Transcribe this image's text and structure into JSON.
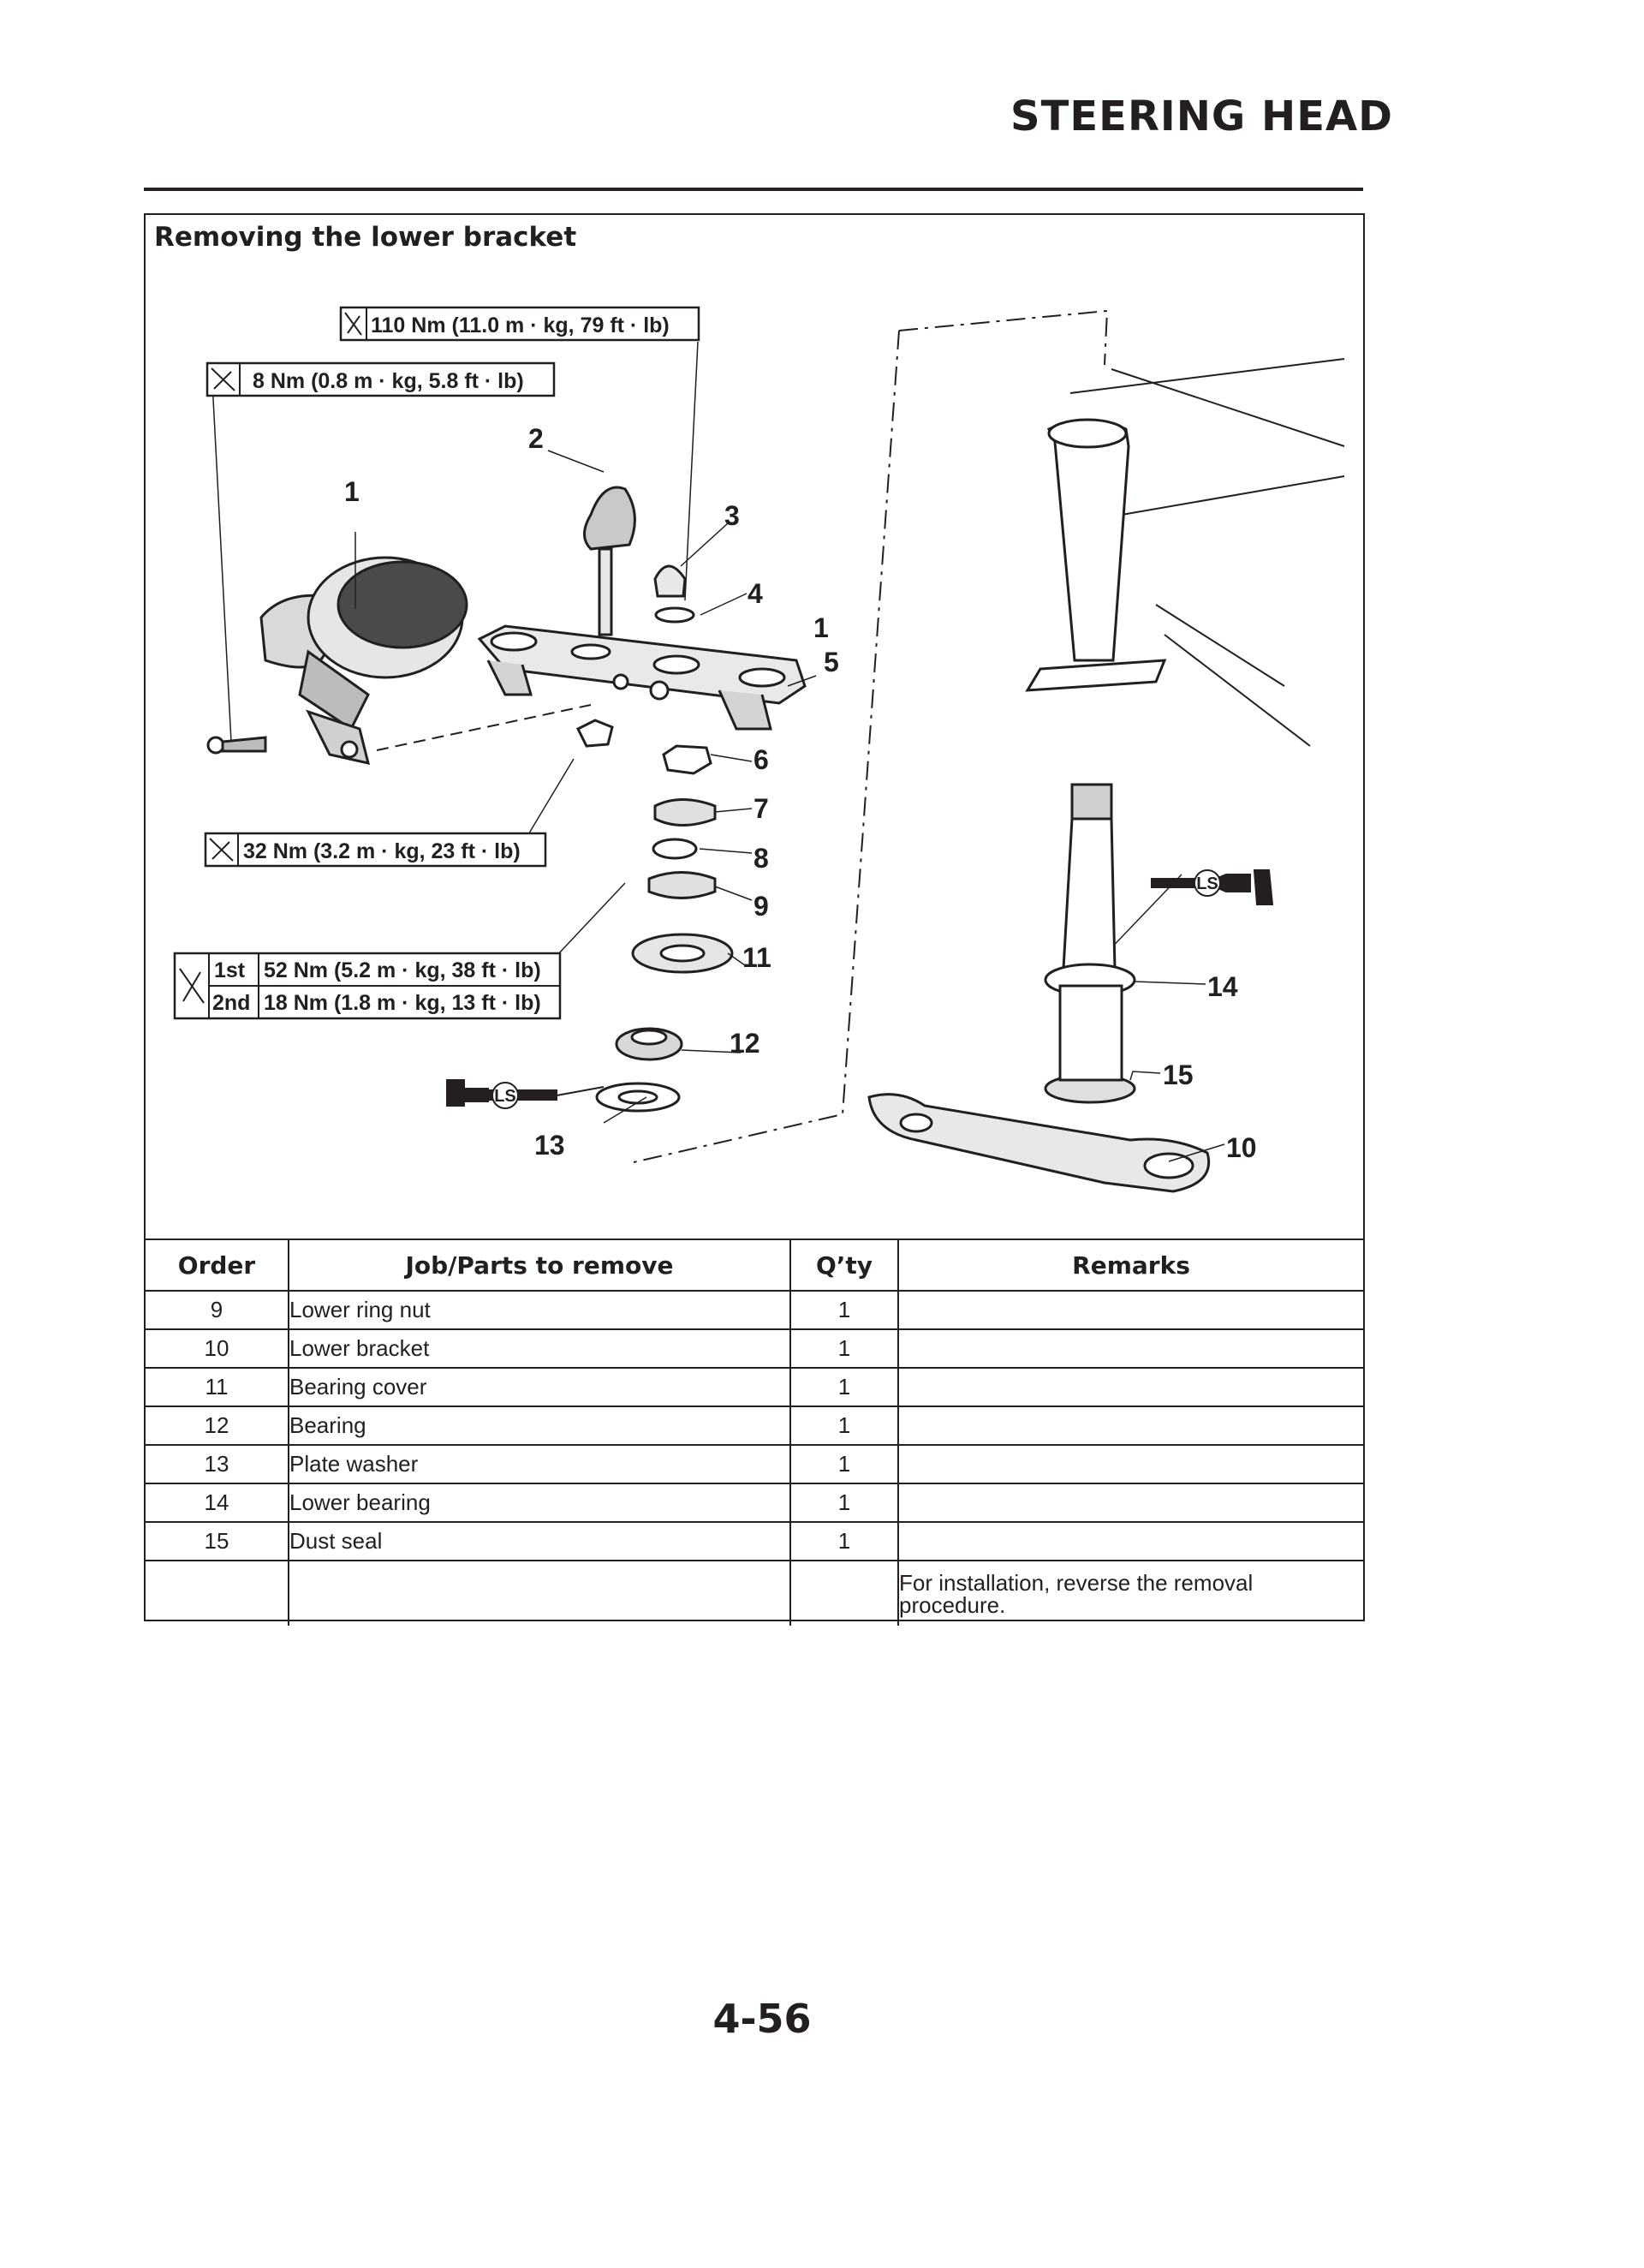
{
  "header": {
    "title": "STEERING HEAD"
  },
  "section": {
    "title": "Removing the lower bracket"
  },
  "figure": {
    "torques": {
      "t110": "110 Nm (11.0 m · kg, 79 ft · lb)",
      "t8": "8 Nm (0.8 m · kg, 5.8 ft · lb)",
      "t32": "32 Nm (3.2 m · kg, 23 ft · lb)",
      "first_label": "1st",
      "first_value": "52 Nm (5.2 m · kg, 38 ft · lb)",
      "second_label": "2nd",
      "second_value": "18 Nm (1.8 m · kg, 13 ft · lb)"
    },
    "lubricant_mark": "LS",
    "callouts": [
      "1",
      "2",
      "3",
      "4",
      "1",
      "5",
      "6",
      "7",
      "8",
      "9",
      "11",
      "12",
      "13",
      "14",
      "15",
      "10"
    ]
  },
  "table": {
    "headers": {
      "order": "Order",
      "job": "Job/Parts to remove",
      "qty": "Q’ty",
      "remarks": "Remarks"
    },
    "rows": [
      {
        "order": "9",
        "job": "Lower ring nut",
        "qty": "1",
        "remarks": ""
      },
      {
        "order": "10",
        "job": "Lower bracket",
        "qty": "1",
        "remarks": ""
      },
      {
        "order": "11",
        "job": "Bearing cover",
        "qty": "1",
        "remarks": ""
      },
      {
        "order": "12",
        "job": "Bearing",
        "qty": "1",
        "remarks": ""
      },
      {
        "order": "13",
        "job": "Plate washer",
        "qty": "1",
        "remarks": ""
      },
      {
        "order": "14",
        "job": "Lower bearing",
        "qty": "1",
        "remarks": ""
      },
      {
        "order": "15",
        "job": "Dust seal",
        "qty": "1",
        "remarks": ""
      },
      {
        "order": "",
        "job": "",
        "qty": "",
        "remarks": "For installation, reverse the removal procedure."
      }
    ]
  },
  "footer": {
    "page_number": "4-56"
  }
}
